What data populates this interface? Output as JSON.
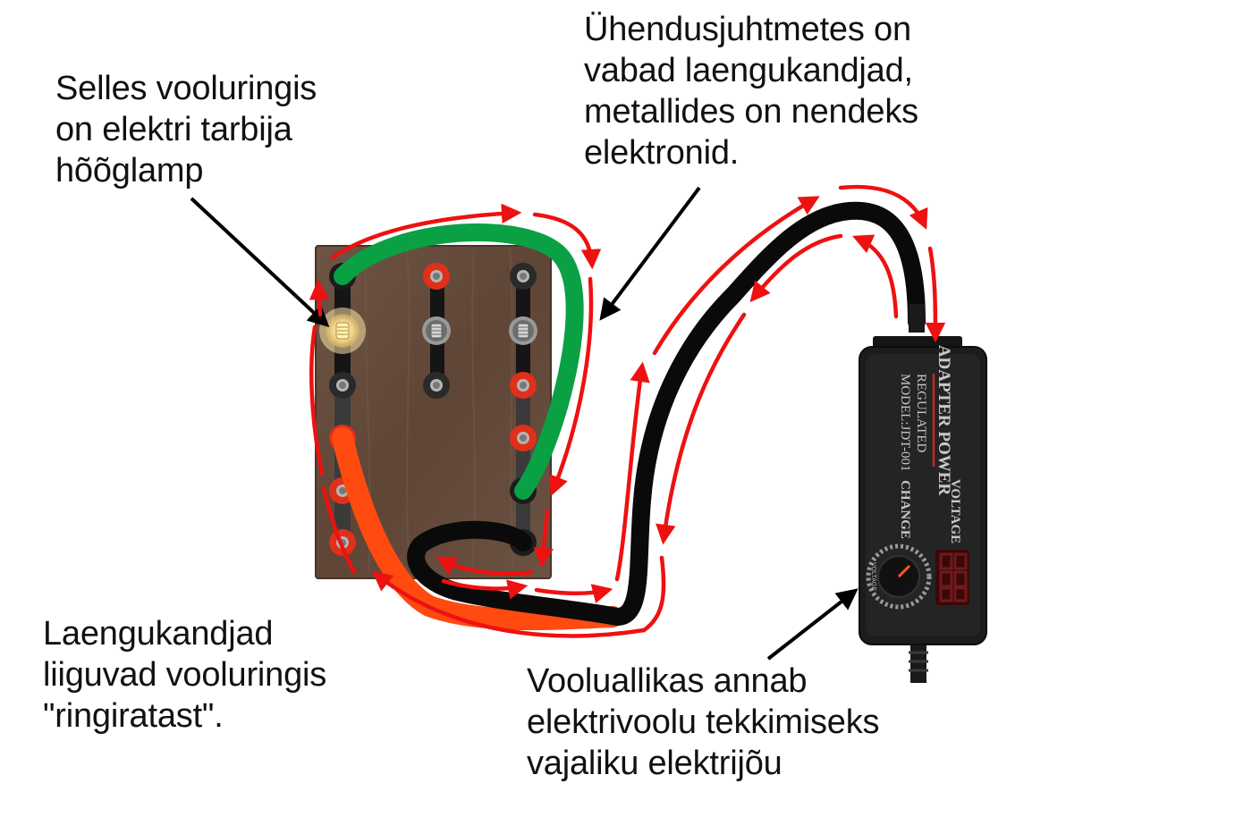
{
  "captions": {
    "lamp": "Selles vooluringis\non elektri tarbija\nhõõglamp",
    "wires": "Ühendusjuhtmetes on\nvabad laengukandjad,\nmetallides on nendeks\nelektronid.",
    "carriers": "Laengukandjad\nliiguvad vooluringis\n\"ringiratast\".",
    "source": "Vooluallikas annab\nelektrivoolu tekkimiseks\nvajaliku elektrijõu"
  },
  "adapter": {
    "brand": "ADAPTER POWER",
    "line2": "REGULATED",
    "model": "MODEL:JDT-001",
    "voltage": "VOLTAGE",
    "change": "CHANGE",
    "knob_label": "VOLTAGE"
  },
  "colors": {
    "arrow": "#ee1111",
    "wire_green": "#0aa044",
    "wire_black": "#0a0a0a",
    "wire_orange": "#ff4a10",
    "board": "#6b4f3c",
    "adapter_body": "#1c1c1c"
  }
}
